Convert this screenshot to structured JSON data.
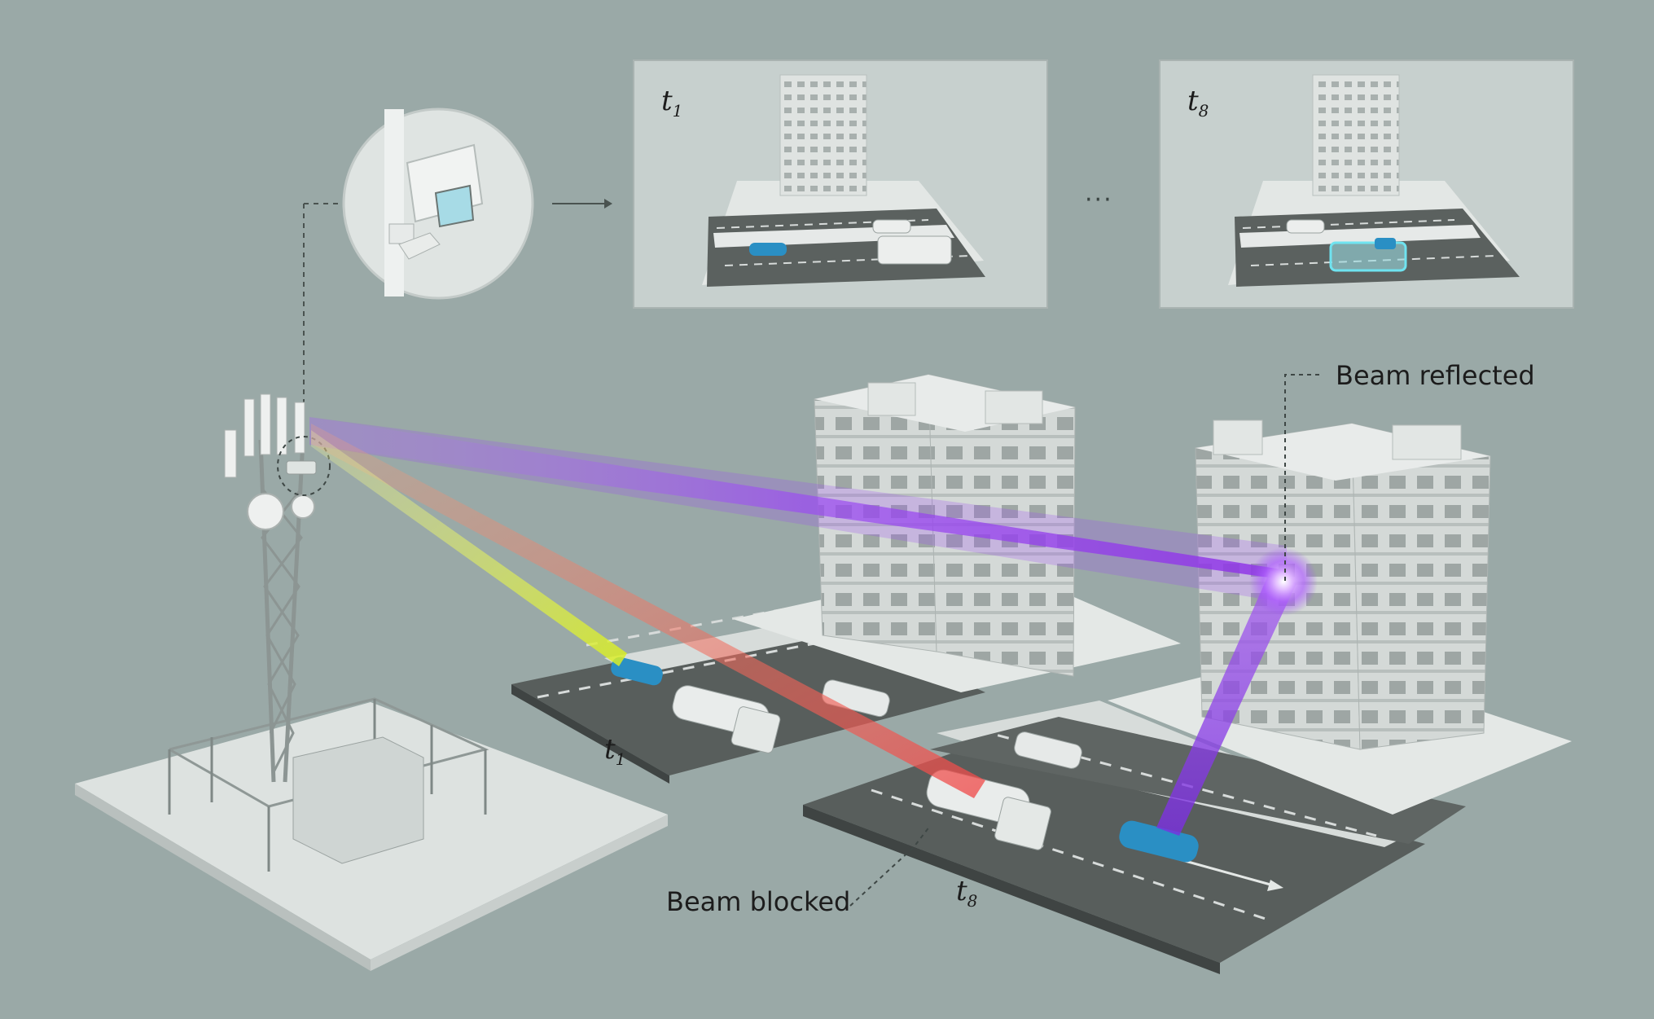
{
  "labels": {
    "beam_reflected": "Beam reflected",
    "beam_blocked": "Beam blocked",
    "ellipsis": "···"
  },
  "time_labels": {
    "panel1": {
      "base": "t",
      "sub": "1"
    },
    "panel8": {
      "base": "t",
      "sub": "8"
    },
    "scene1": {
      "base": "t",
      "sub": "1"
    },
    "scene8": {
      "base": "t",
      "sub": "8"
    }
  },
  "colors": {
    "background": "#9aa9a7",
    "beam_purple": "#9b4bf2",
    "beam_red": "#f05a52",
    "beam_yellow": "#e8f040",
    "vehicle_blue": "#2a8fc4",
    "highlight_cyan": "#6fe3f0"
  },
  "icons": {
    "camera": "security-camera-icon",
    "arrow": "arrow-right-icon"
  }
}
